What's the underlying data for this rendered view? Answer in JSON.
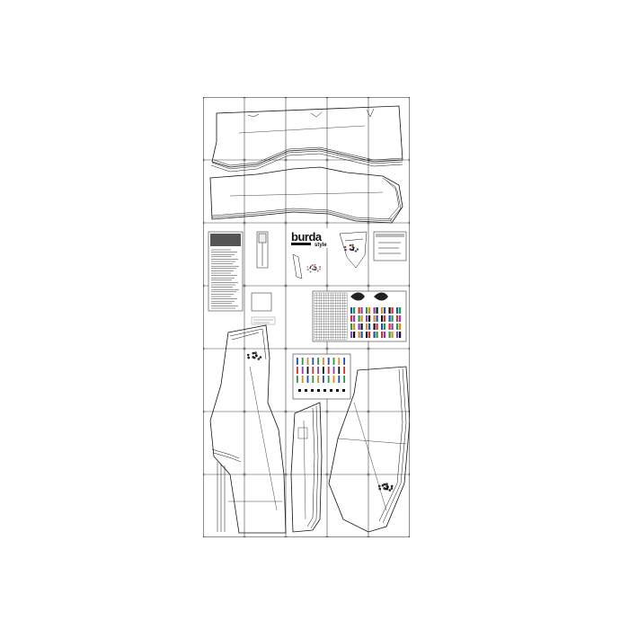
{
  "logo": {
    "brand": "burda",
    "sub": "style"
  },
  "sheet": {
    "columns": 5,
    "rows": 7
  },
  "colors": {
    "outline": "#111111",
    "grid": "#444444",
    "legend_cells": [
      "#1f4fb5",
      "#d23232",
      "#2b9a3f",
      "#8a3fb4",
      "#e08a1e",
      "#111111"
    ]
  }
}
